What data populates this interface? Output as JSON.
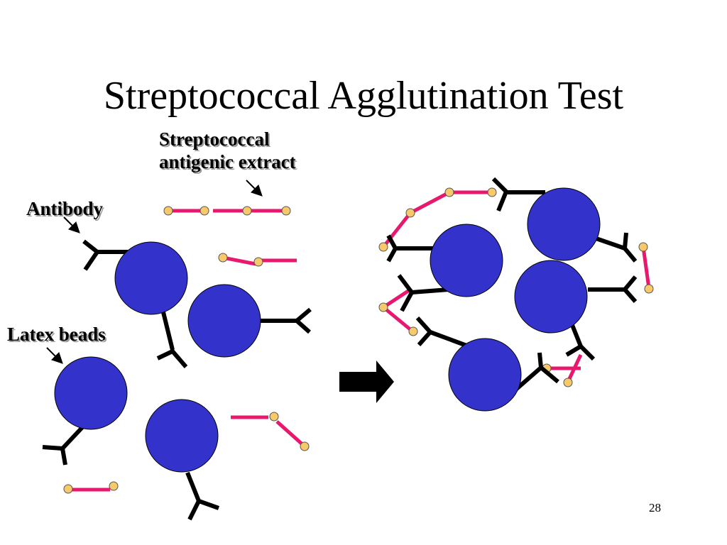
{
  "slide": {
    "title": "Streptococcal Agglutination Test",
    "page_number": "28"
  },
  "labels": {
    "extract_line1": "Streptococcal",
    "extract_line2": "antigenic extract",
    "antibody": "Antibody",
    "latex_beads": "Latex beads"
  },
  "colors": {
    "bead": "#3333cc",
    "antigen_line": "#e8186e",
    "antigen_dot": "#f7c96a",
    "antibody": "#000000",
    "background": "#ffffff"
  }
}
